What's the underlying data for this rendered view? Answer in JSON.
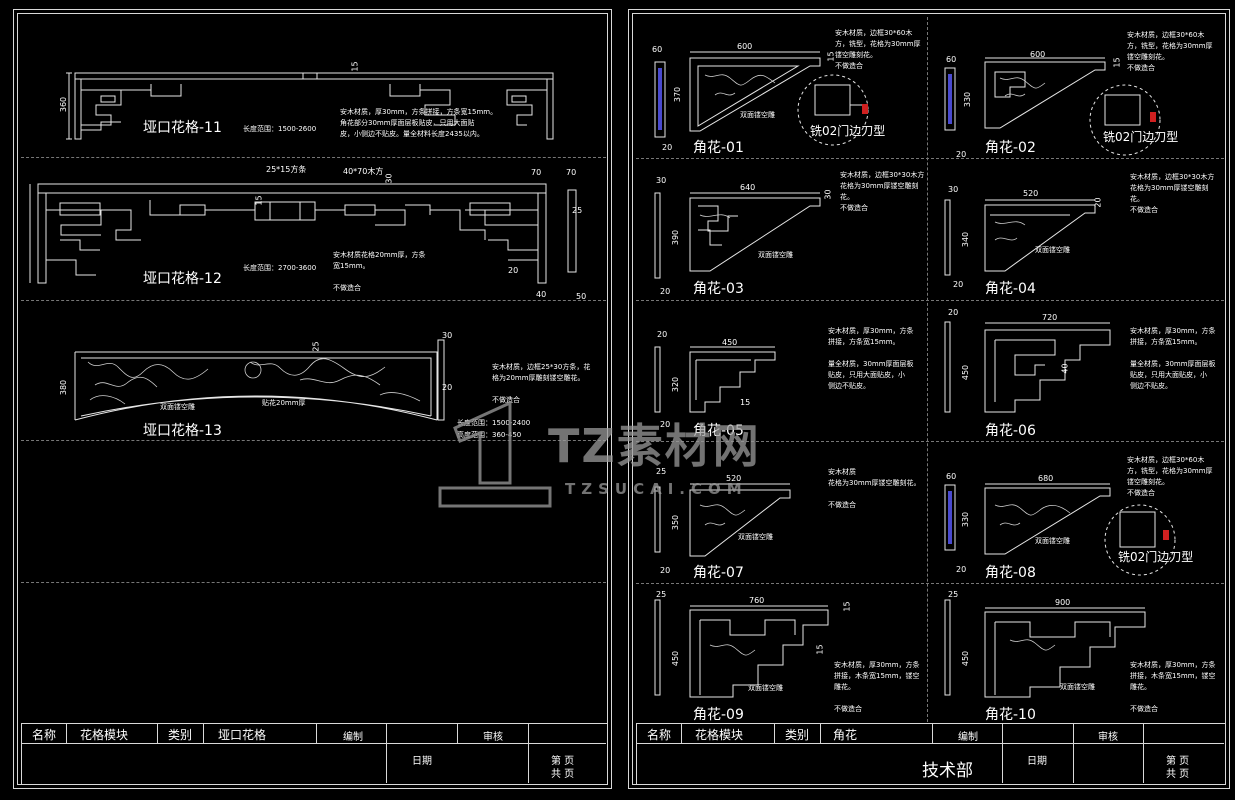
{
  "left": {
    "items": [
      {
        "title": "垭口花格-11",
        "range": "长度范围：1500-2600",
        "note": "安木材质，厚30mm，方条拼接，方条宽15mm。\n角花部分30mm厚面层板贴皮，只用大面贴\n皮，小侧边不贴皮。量全材料长度2435以内。",
        "dim_h": "360",
        "dim_a": "15"
      },
      {
        "title": "垭口花格-12",
        "range": "长度范围：2700-3600",
        "note": "安木材质花格20mm厚，方条\n宽15mm。\n\n不做造合",
        "dim_a": "25*15方条",
        "dim_b": "40*70木方",
        "dim_c": "30",
        "dim_d": "15",
        "dim_e": "70",
        "dim_f": "70",
        "dim_g": "25",
        "dim_h": "20",
        "dim_i": "40",
        "dim_j": "50"
      },
      {
        "title": "垭口花格-13",
        "range": "长度范围：1500-2400",
        "range2": "高度范围：360-450",
        "note": "安木材质，边框25*30方条，花\n格为20mm厚雕刻镂空雕花。\n\n不做造合",
        "dim_h": "380",
        "dim_a": "25",
        "dim_b": "30",
        "dim_c": "20",
        "lbl1": "双面镂空雕",
        "lbl2": "贴花20mm厚"
      }
    ],
    "titleblock": {
      "name_label": "名称",
      "name_value": "花格模块",
      "cat_label": "类别",
      "cat_value": "垭口花格",
      "edit": "编制",
      "review": "审核",
      "date": "日期",
      "page1": "第 页",
      "page2": "共 页"
    }
  },
  "right": {
    "items": [
      {
        "title": "角花-01",
        "w": "600",
        "h": "370",
        "t": "60",
        "b": "20",
        "s": "15",
        "note": "安木材质，边框30*60木\n方，铣型，花格为30mm厚\n镂空雕刻花。\n不做造合",
        "lbl": "双面镂空雕",
        "prof": "铣02门边刀型"
      },
      {
        "title": "角花-02",
        "w": "600",
        "h": "330",
        "t": "60",
        "b": "20",
        "s": "15",
        "note": "安木材质，边框30*60木\n方，铣型，花格为30mm厚\n镂空雕刻花。\n不做造合",
        "prof": "铣02门边刀型"
      },
      {
        "title": "角花-03",
        "w": "640",
        "h": "390",
        "t": "30",
        "b": "20",
        "s": "30",
        "note": "安木材质，边框30*30木方\n花格为30mm厚镂空雕刻\n花。\n不做造合",
        "lbl": "双面镂空雕"
      },
      {
        "title": "角花-04",
        "w": "520",
        "h": "340",
        "t": "30",
        "b": "20",
        "s": "20",
        "note": "安木材质，边框30*30木方\n花格为30mm厚镂空雕刻\n花。\n不做造合",
        "lbl": "双面镂空雕"
      },
      {
        "title": "角花-05",
        "w": "450",
        "h": "320",
        "t": "20",
        "b": "20",
        "s": "15",
        "note": "安木材质，厚30mm，方条\n拼接，方条宽15mm。\n\n量全材质，30mm厚面层板\n贴皮，只用大面贴皮，小\n侧边不贴皮。"
      },
      {
        "title": "角花-06",
        "w": "720",
        "h": "450",
        "t": "20",
        "b": "",
        "s": "40",
        "note": "安木材质，厚30mm，方条\n拼接，方条宽15mm。\n\n量全材质，30mm厚面层板\n贴皮，只用大面贴皮，小\n侧边不贴皮。"
      },
      {
        "title": "角花-07",
        "w": "520",
        "h": "350",
        "t": "25",
        "b": "20",
        "s": "",
        "note": "安木材质\n花格为30mm厚镂空雕刻花。\n\n不做造合",
        "lbl": "双面镂空雕"
      },
      {
        "title": "角花-08",
        "w": "680",
        "h": "330",
        "t": "60",
        "b": "20",
        "s": "",
        "note": "安木材质，边框30*60木\n方，铣型，花格为30mm厚\n镂空雕刻花。\n不做造合",
        "lbl": "双面镂空雕",
        "prof": "铣02门边刀型"
      },
      {
        "title": "角花-09",
        "w": "760",
        "h": "450",
        "t": "25",
        "b": "",
        "s": "15",
        "note": "安木材质，厚30mm，方条\n拼接，木条宽15mm，镂空\n雕花。\n\n不做造合",
        "lbl": "双面镂空雕",
        "s2": "15"
      },
      {
        "title": "角花-10",
        "w": "900",
        "h": "450",
        "t": "25",
        "b": "",
        "s": "",
        "note": "安木材质，厚30mm，方条\n拼接，木条宽15mm，镂空\n雕花。\n\n不做造合",
        "lbl": "双面镂空雕"
      }
    ],
    "titleblock": {
      "name_label": "名称",
      "name_value": "花格模块",
      "cat_label": "类别",
      "cat_value": "角花",
      "edit": "编制",
      "review": "审核",
      "date": "日期",
      "page1": "第 页",
      "page2": "共 页",
      "dept": "技术部"
    }
  },
  "watermark": {
    "brand": "TZ素材网",
    "url": "TZSUCAI.COM"
  },
  "colors": {
    "line": "#d9d9d9",
    "accent_blue": "#4a4ad0",
    "accent_red": "#d02020"
  }
}
